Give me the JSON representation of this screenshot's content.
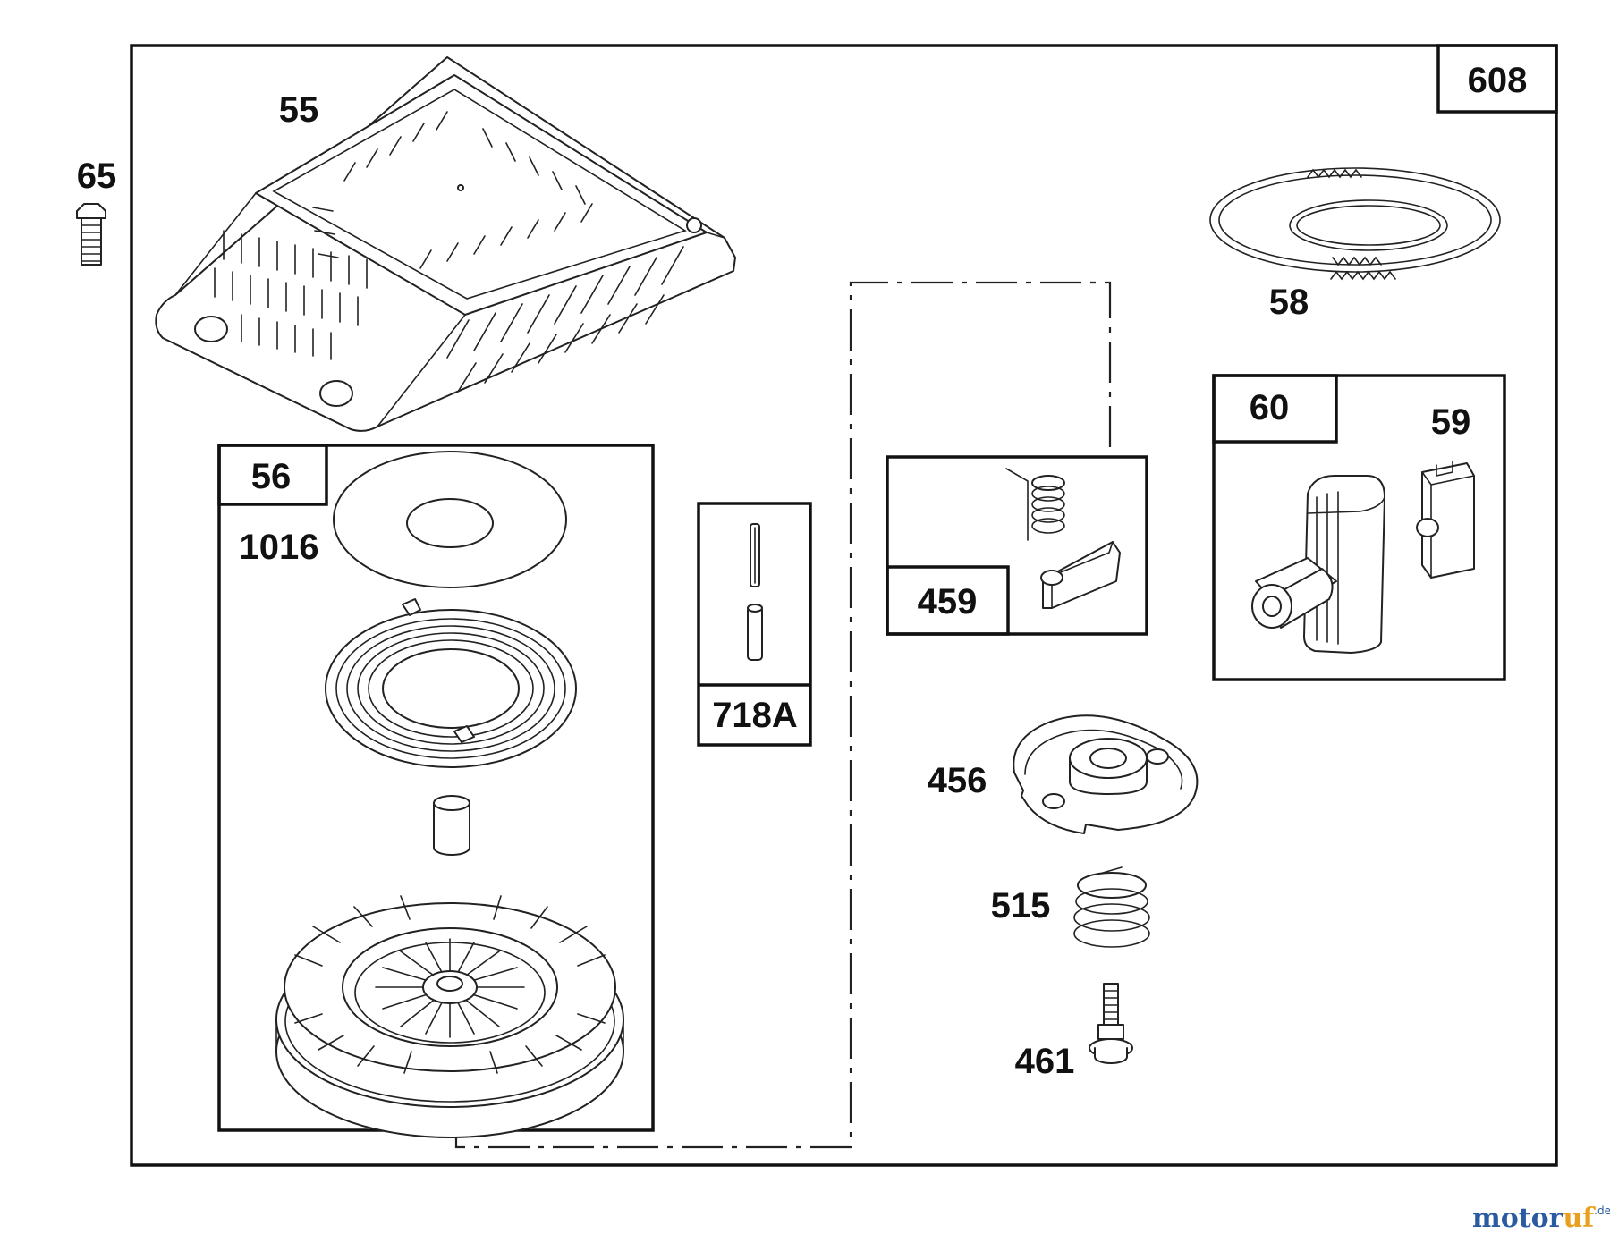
{
  "labels": {
    "kit_main": "608",
    "screw_top": "65",
    "housing": "55",
    "rope": "58",
    "kit_pulley": "56",
    "washer": "1016",
    "kit_pins": "718A",
    "kit_pawl": "459",
    "kit_handle": "60",
    "handle_insert": "59",
    "retainer": "456",
    "spring": "515",
    "screw_bottom": "461"
  },
  "watermark": {
    "part1": "motor",
    "part2": "uf",
    "suffix": ".de"
  }
}
